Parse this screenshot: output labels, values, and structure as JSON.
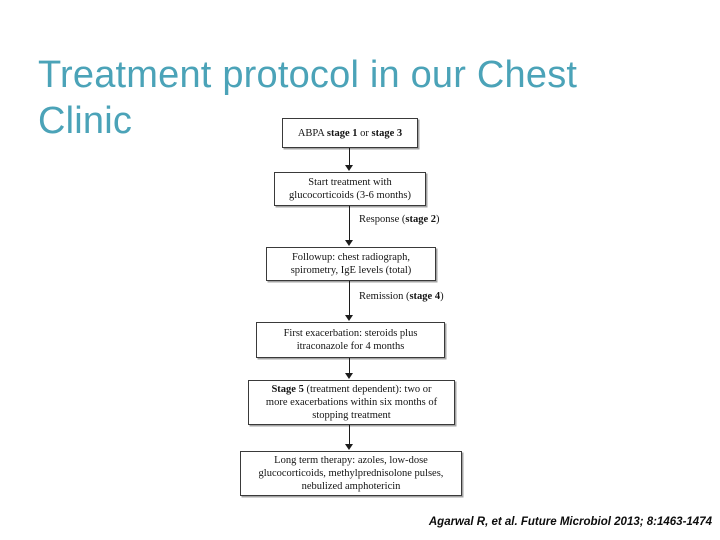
{
  "slide": {
    "title": "Treatment protocol in our Chest Clinic",
    "citation": "Agarwal R, et al. Future Microbiol 2013; 8:1463-1474",
    "title_color": "#4ba3b8",
    "background_color": "#ffffff"
  },
  "chart_data": {
    "type": "diagram",
    "subtype": "flowchart",
    "title": "Treatment protocol in our Chest Clinic",
    "orientation": "top-to-bottom",
    "nodes": [
      {
        "id": "node-1",
        "text": "ABPA stage 1 or stage 3",
        "html": "ABPA <b>stage 1</b> or <b>stage 3</b>",
        "bold_parts": [
          "stage 1",
          "stage 3"
        ]
      },
      {
        "id": "node-2",
        "text": "Start treatment with glucocorticoids (3-6 months)",
        "html": "Start treatment with<br>glucocorticoids (3-6 months)",
        "bold_parts": []
      },
      {
        "id": "node-3",
        "text": "Followup: chest radiograph, spirometry, IgE levels (total)",
        "html": "Followup: chest radiograph,<br>spirometry, IgE levels (total)",
        "bold_parts": []
      },
      {
        "id": "node-4",
        "text": "First exacerbation: steroids plus itraconazole for 4 months",
        "html": "First exacerbation: steroids plus<br>itraconazole for 4 months",
        "bold_parts": []
      },
      {
        "id": "node-5",
        "text": "Stage 5 (treatment dependent): two or more exacerbations within six months of stopping treatment",
        "html": "<b>Stage 5</b> (treatment dependent): two or<br>more exacerbations within six months of<br>stopping treatment",
        "bold_parts": [
          "Stage 5"
        ]
      },
      {
        "id": "node-6",
        "text": "Long term therapy: azoles, low-dose glucocorticoids, methylprednisolone pulses, nebulized amphotericin",
        "html": "Long term therapy: azoles, low-dose<br>glucocorticoids, methylprednisolone pulses,<br>nebulized amphotericin",
        "bold_parts": []
      }
    ],
    "edges": [
      {
        "from": "node-1",
        "to": "node-2",
        "label": "",
        "label_html": ""
      },
      {
        "from": "node-2",
        "to": "node-3",
        "label": "Response (stage 2)",
        "label_html": "Response (<b>stage 2</b>)"
      },
      {
        "from": "node-3",
        "to": "node-4",
        "label": "Remission (stage 4)",
        "label_html": "Remission (<b>stage 4</b>)"
      },
      {
        "from": "node-4",
        "to": "node-5",
        "label": "",
        "label_html": ""
      },
      {
        "from": "node-5",
        "to": "node-6",
        "label": "",
        "label_html": ""
      }
    ]
  }
}
